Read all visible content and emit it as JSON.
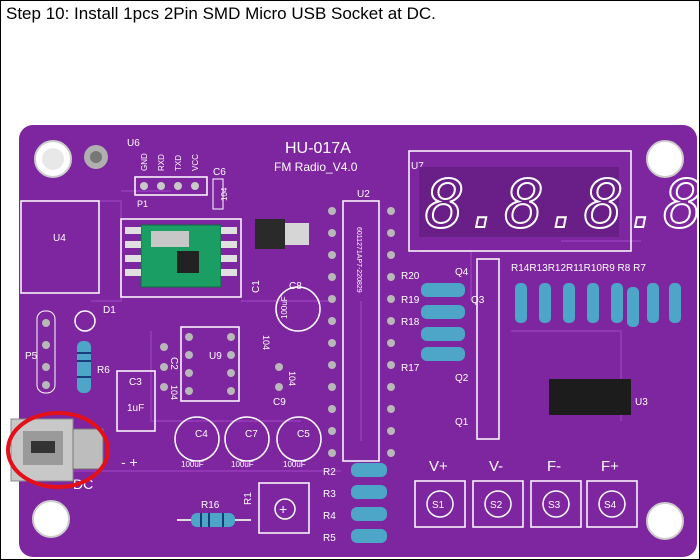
{
  "caption": "Step 10: Install 1pcs 2Pin SMD Micro USB Socket at DC.",
  "colors": {
    "pcb": "#7e25a0",
    "pcb_dark": "#5e1478",
    "silk": "#ffffff",
    "highlight": "#e3101a",
    "module": "#1a9e63",
    "display": "#6a1f88"
  },
  "board": {
    "title": "HU-017A",
    "subtitle": "FM Radio_V4.0",
    "serial": "6011271AP7-220829",
    "labels": {
      "U6": "U6",
      "U4": "U4",
      "U7": "U7",
      "U2": "U2",
      "U9": "U9",
      "U3": "U3",
      "P1": "P1",
      "P5": "P5",
      "C6": "C6",
      "C6v": "104",
      "C1": "C1",
      "C1v": "104",
      "C8": "C8",
      "C8v": "100uF",
      "C2": "C2",
      "C2v": "104",
      "C3": "C3",
      "C3v": "1uF",
      "C4": "C4",
      "C5": "C5",
      "C7": "C7",
      "cap100": "100uF",
      "C9": "C9",
      "C9v": "104",
      "D1": "D1",
      "R6": "R6",
      "DC": "DC",
      "R16": "R16",
      "R1": "R1",
      "R2": "R2",
      "R3": "R3",
      "R4": "R4",
      "R5": "R5",
      "R20": "R20",
      "R19": "R19",
      "R18": "R18",
      "R17": "R17",
      "Q1": "Q1",
      "Q2": "Q2",
      "Q3": "Q3",
      "Q4": "Q4",
      "Rrow": "R14R13R12R11R10R9 R8  R7",
      "Vp": "V+",
      "Vm": "V-",
      "Fm": "F-",
      "Fp": "F+",
      "S1": "S1",
      "S2": "S2",
      "S3": "S3",
      "S4": "S4"
    },
    "header_pins": [
      "GND",
      "RXD",
      "TXD",
      "VCC"
    ],
    "display_digits": "8.8.8.8."
  }
}
